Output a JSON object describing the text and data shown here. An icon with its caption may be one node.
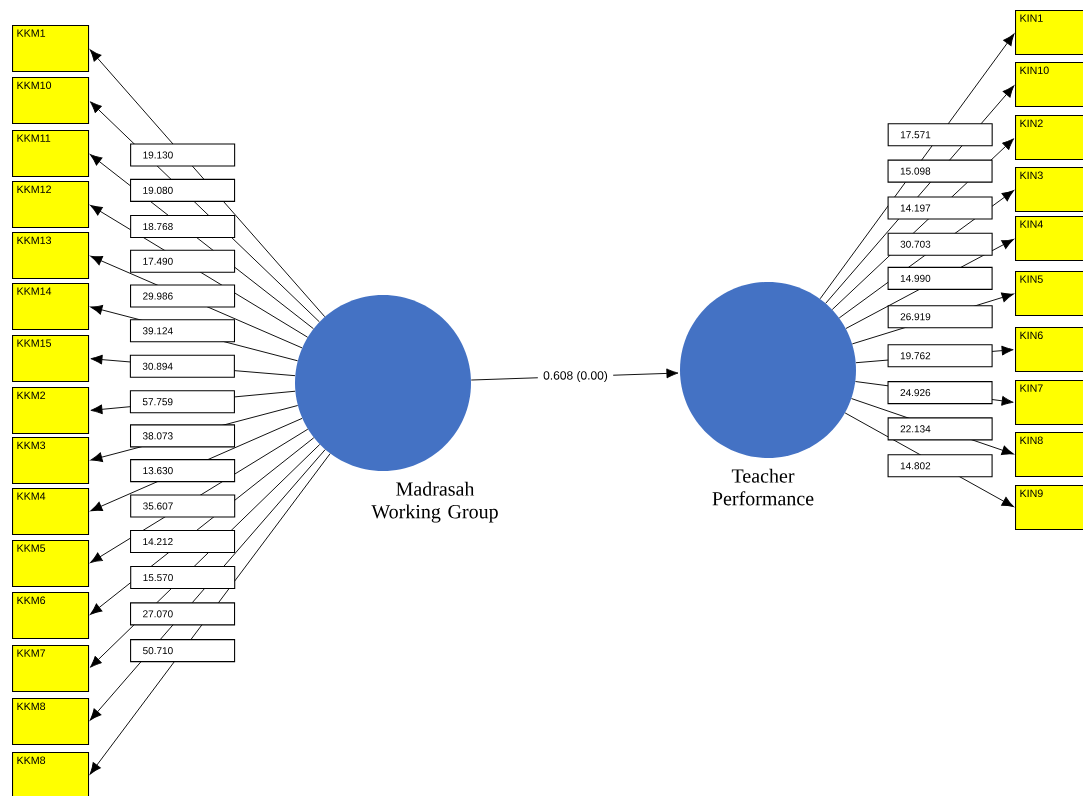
{
  "diagram": {
    "nodes": [
      {
        "text": [
          "Madrasah Working Group"
        ]
      },
      {
        "text": [
          "Teacher Performance"
        ]
      },
      {
        "text": [
          "KKM1"
        ]
      },
      {
        "text": [
          "KKM10"
        ]
      },
      {
        "text": [
          "KKM11"
        ]
      },
      {
        "text": [
          "KKM12"
        ]
      },
      {
        "text": [
          "KKM13"
        ]
      },
      {
        "text": [
          "KKM14"
        ]
      },
      {
        "text": [
          "KKM15"
        ]
      },
      {
        "text": [
          "KKM2"
        ]
      },
      {
        "text": [
          "KKM3"
        ]
      },
      {
        "text": [
          "KKM4"
        ]
      },
      {
        "text": [
          "KKM5"
        ]
      },
      {
        "text": [
          "KKM6"
        ]
      },
      {
        "text": [
          "KKM7"
        ]
      },
      {
        "text": [
          "KKM8"
        ]
      },
      {
        "text": [
          "KKM8"
        ]
      },
      {
        "text": [
          "KIN1"
        ]
      },
      {
        "text": [
          "KIN10"
        ]
      },
      {
        "text": [
          "KIN2"
        ]
      },
      {
        "text": [
          "KIN3"
        ]
      },
      {
        "text": [
          "KIN4"
        ]
      },
      {
        "text": [
          "KIN5"
        ]
      },
      {
        "text": [
          "KIN6"
        ]
      },
      {
        "text": [
          "KIN7"
        ]
      },
      {
        "text": [
          "KIN8"
        ]
      },
      {
        "text": [
          "KIN9"
        ]
      }
    ],
    "edges": [
      {
        "from": 0,
        "to": 1,
        "arrow": "to",
        "label": "0.608 (0.00)"
      },
      {
        "from": 0,
        "to": 2,
        "arrow": "to",
        "label": "19.130"
      },
      {
        "from": 0,
        "to": 3,
        "arrow": "to",
        "label": "19.080"
      },
      {
        "from": 0,
        "to": 4,
        "arrow": "to",
        "label": "18.768"
      },
      {
        "from": 0,
        "to": 5,
        "arrow": "to",
        "label": "17.490"
      },
      {
        "from": 0,
        "to": 6,
        "arrow": "to",
        "label": "29.986"
      },
      {
        "from": 0,
        "to": 7,
        "arrow": "to",
        "label": "39.124"
      },
      {
        "from": 0,
        "to": 8,
        "arrow": "to",
        "label": "30.894"
      },
      {
        "from": 0,
        "to": 9,
        "arrow": "to",
        "label": "57.759"
      },
      {
        "from": 0,
        "to": 10,
        "arrow": "to",
        "label": "38.073"
      },
      {
        "from": 0,
        "to": 11,
        "arrow": "to",
        "label": "13.630"
      },
      {
        "from": 0,
        "to": 12,
        "arrow": "to",
        "label": "35.607"
      },
      {
        "from": 0,
        "to": 13,
        "arrow": "to",
        "label": "14.212"
      },
      {
        "from": 0,
        "to": 14,
        "arrow": "to",
        "label": "15.570"
      },
      {
        "from": 0,
        "to": 15,
        "arrow": "to",
        "label": "27.070"
      },
      {
        "from": 0,
        "to": 16,
        "arrow": "to",
        "label": "50.710"
      },
      {
        "from": 1,
        "to": 17,
        "arrow": "to",
        "label": "17.571"
      },
      {
        "from": 1,
        "to": 18,
        "arrow": "to",
        "label": "15.098"
      },
      {
        "from": 1,
        "to": 19,
        "arrow": "to",
        "label": "14.197"
      },
      {
        "from": 1,
        "to": 20,
        "arrow": "to",
        "label": "30.703"
      },
      {
        "from": 1,
        "to": 21,
        "arrow": "to",
        "label": "14.990"
      },
      {
        "from": 1,
        "to": 22,
        "arrow": "to",
        "label": "26.919"
      },
      {
        "from": 1,
        "to": 23,
        "arrow": "to",
        "label": "19.762"
      },
      {
        "from": 1,
        "to": 24,
        "arrow": "to",
        "label": "24.926"
      },
      {
        "from": 1,
        "to": 25,
        "arrow": "to",
        "label": "22.134"
      },
      {
        "from": 1,
        "to": 26,
        "arrow": "to",
        "label": "14.802"
      }
    ]
  }
}
